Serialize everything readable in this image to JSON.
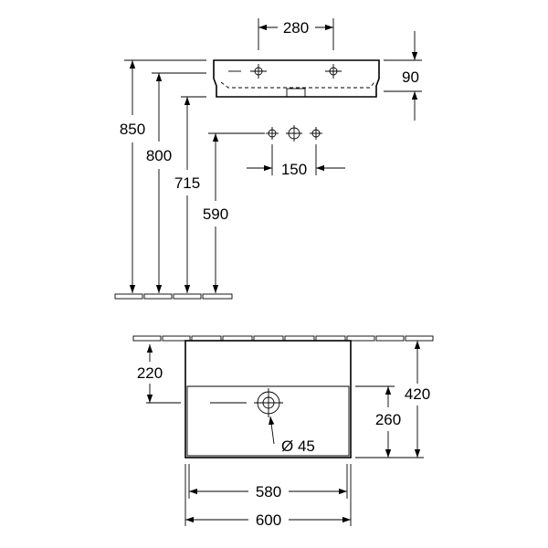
{
  "side_view": {
    "width_280": "280",
    "height_90": "90",
    "height_850": "850",
    "height_800": "800",
    "height_715": "715",
    "height_590": "590",
    "spacing_150": "150"
  },
  "top_view": {
    "depth_220": "220",
    "depth_420": "420",
    "depth_260": "260",
    "drain_diameter": "Ø 45",
    "inner_width_580": "580",
    "outer_width_600": "600"
  }
}
